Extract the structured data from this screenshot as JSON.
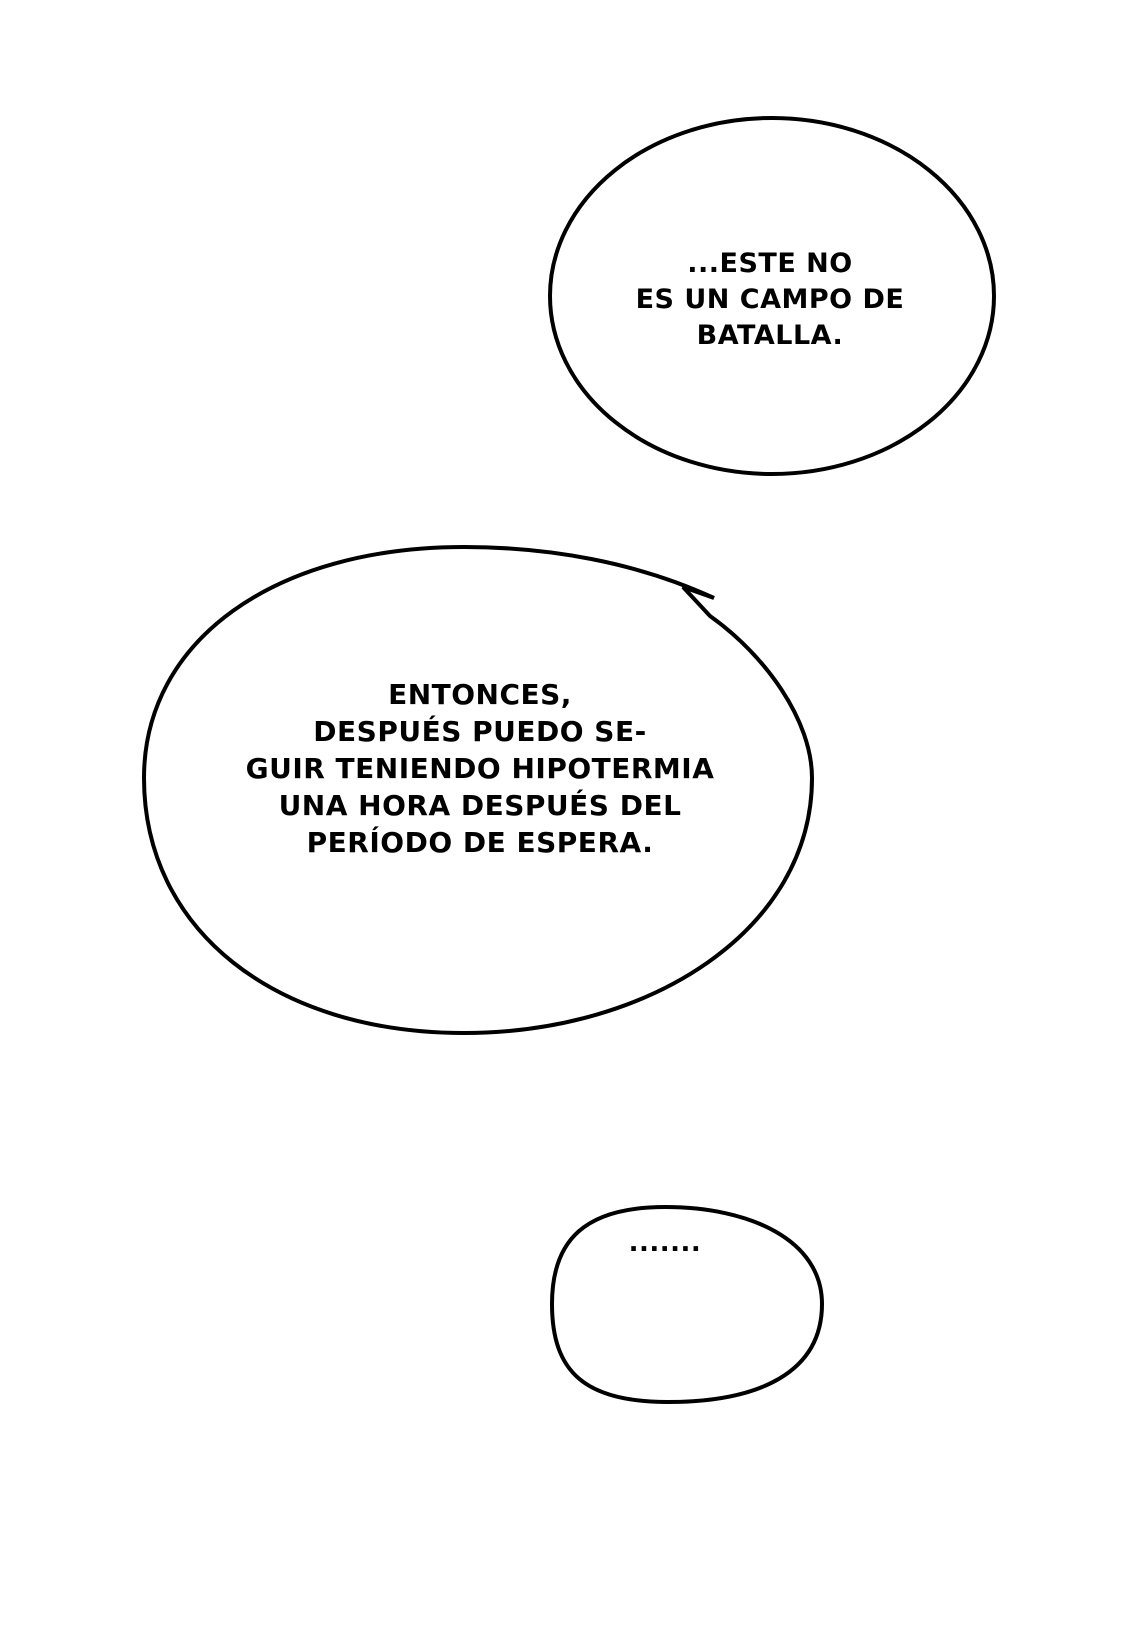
{
  "panel": {
    "background_color": "#ffffff",
    "ink_color": "#000000",
    "bubbles": [
      {
        "lines": [
          "...ESTE NO",
          "ES UN CAMPO DE",
          "BATALLA."
        ]
      },
      {
        "lines": [
          "ENTONCES,",
          "DESPUÉS PUEDO SE-",
          "GUIR TENIENDO HIPOTERMIA",
          "UNA HORA DESPUÉS DEL",
          "PERÍODO DE ESPERA."
        ]
      },
      {
        "lines": [
          "......."
        ]
      }
    ]
  }
}
